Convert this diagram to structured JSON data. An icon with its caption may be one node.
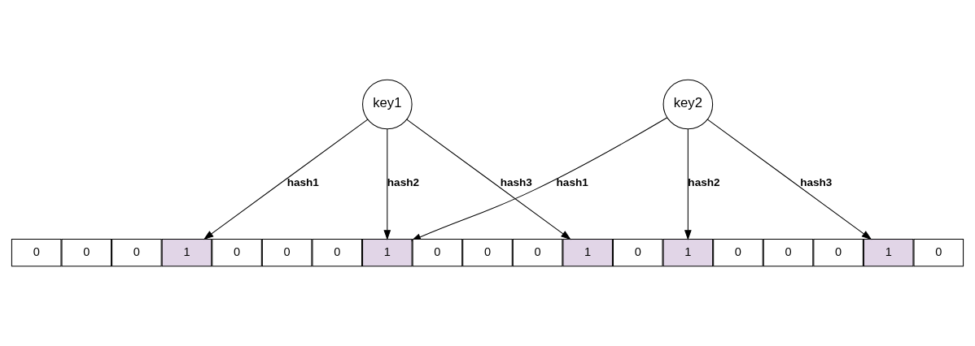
{
  "diagram": {
    "nodes": [
      {
        "text": [
          "key1"
        ]
      },
      {
        "text": [
          "key2"
        ]
      },
      {
        "text": [
          "0"
        ]
      },
      {
        "text": [
          "0"
        ]
      },
      {
        "text": [
          "0"
        ]
      },
      {
        "text": [
          "1"
        ]
      },
      {
        "text": [
          "0"
        ]
      },
      {
        "text": [
          "0"
        ]
      },
      {
        "text": [
          "0"
        ]
      },
      {
        "text": [
          "1"
        ]
      },
      {
        "text": [
          "0"
        ]
      },
      {
        "text": [
          "0"
        ]
      },
      {
        "text": [
          "0"
        ]
      },
      {
        "text": [
          "1"
        ]
      },
      {
        "text": [
          "0"
        ]
      },
      {
        "text": [
          "1"
        ]
      },
      {
        "text": [
          "0"
        ]
      },
      {
        "text": [
          "0"
        ]
      },
      {
        "text": [
          "0"
        ]
      },
      {
        "text": [
          "1"
        ]
      },
      {
        "text": [
          "0"
        ]
      }
    ],
    "edges": [
      {
        "from": 0,
        "to": 5,
        "arrow": "to",
        "label": "hash1"
      },
      {
        "from": 0,
        "to": 9,
        "arrow": "to",
        "label": "hash2"
      },
      {
        "from": 0,
        "to": 13,
        "arrow": "to",
        "label": "hash3"
      },
      {
        "from": 1,
        "to": 9,
        "arrow": "to",
        "label": "hash1"
      },
      {
        "from": 1,
        "to": 15,
        "arrow": "to",
        "label": "hash2"
      },
      {
        "from": 1,
        "to": 19,
        "arrow": "to",
        "label": "hash3"
      }
    ]
  }
}
